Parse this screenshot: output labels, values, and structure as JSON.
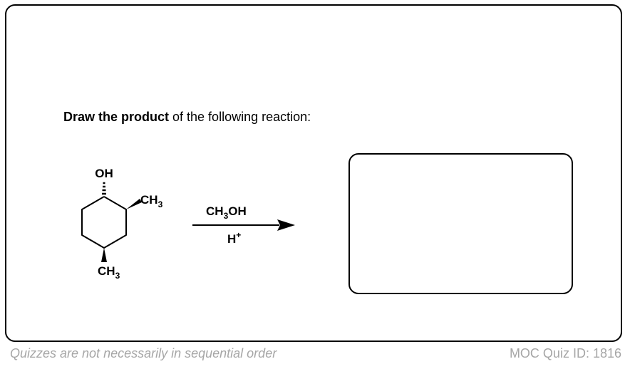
{
  "prompt": {
    "bold": "Draw the product",
    "rest": " of the following reaction:"
  },
  "molecule": {
    "oh_label": "OH",
    "ch3_right_main": "CH",
    "ch3_right_sub": "3",
    "ch3_bottom_main": "CH",
    "ch3_bottom_sub": "3"
  },
  "reagents": {
    "above_main": "CH",
    "above_sub": "3",
    "above_tail": "OH",
    "below_main": "H",
    "below_sup": "+"
  },
  "footer": {
    "left": "Quizzes are not necessarily in sequential order",
    "right": "MOC Quiz ID: 1816"
  }
}
